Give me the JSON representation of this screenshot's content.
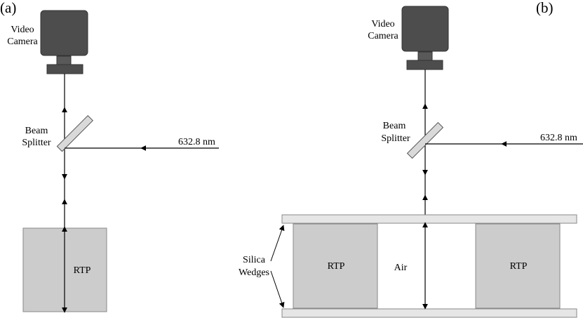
{
  "panel_a": {
    "letter": "(a)",
    "camera_label_line1": "Video",
    "camera_label_line2": "Camera",
    "splitter_label_line1": "Beam",
    "splitter_label_line2": "Splitter",
    "wavelength": "632.8 nm",
    "crystal_label": "RTP"
  },
  "panel_b": {
    "letter": "(b)",
    "camera_label_line1": "Video",
    "camera_label_line2": "Camera",
    "splitter_label_line1": "Beam",
    "splitter_label_line2": "Splitter",
    "wavelength": "632.8 nm",
    "crystal_left_label": "RTP",
    "gap_label": "Air",
    "crystal_right_label": "RTP",
    "wedge_label_line1": "Silica",
    "wedge_label_line2": "Wedges"
  },
  "colors": {
    "camera_body": "#4d4d4d",
    "crystal_fill": "#cccccc",
    "splitter_fill": "#d9d9d9",
    "wedge_fill": "#e6e6e6",
    "line": "#000000"
  }
}
